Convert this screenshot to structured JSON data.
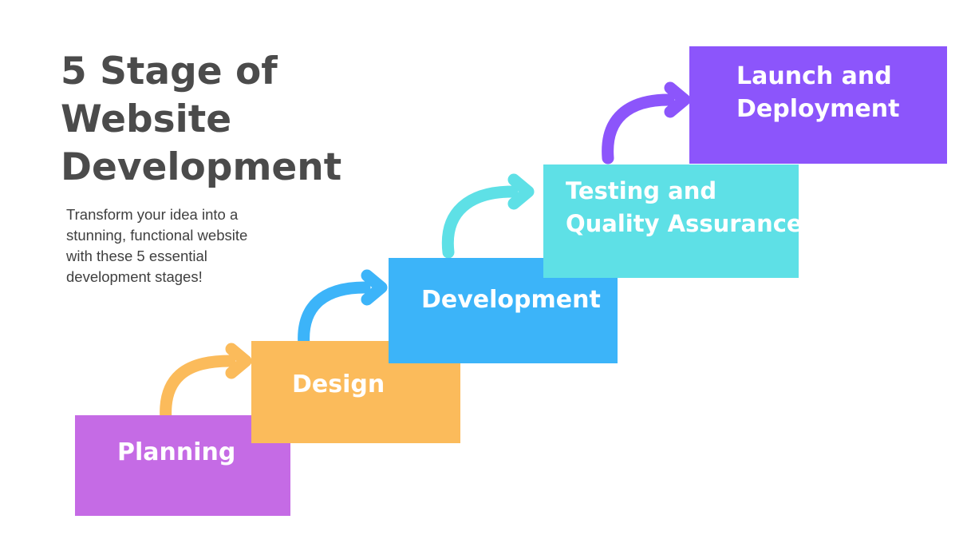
{
  "title": {
    "lines": [
      "5 Stage of",
      "Website",
      "Development"
    ]
  },
  "subtitle": {
    "lines": [
      "Transform your idea into a",
      "stunning, functional website",
      "with these 5 essential",
      "development stages!"
    ]
  },
  "stages": [
    {
      "lines": [
        "Planning"
      ],
      "color": "#c56be5"
    },
    {
      "lines": [
        "Design"
      ],
      "color": "#fbbb5b"
    },
    {
      "lines": [
        "Development"
      ],
      "color": "#3cb4f9"
    },
    {
      "lines": [
        "Testing and",
        "Quality Assurance"
      ],
      "color": "#5ee0e6"
    },
    {
      "lines": [
        "Launch and",
        "Deployment"
      ],
      "color": "#8c55fb"
    }
  ],
  "arrows": [
    {
      "name": "arrow-planning-to-design",
      "color": "#fbbb5b"
    },
    {
      "name": "arrow-design-to-development",
      "color": "#3cb4f9"
    },
    {
      "name": "arrow-development-to-testing",
      "color": "#5ee0e6"
    },
    {
      "name": "arrow-testing-to-launch",
      "color": "#8c55fb"
    }
  ]
}
